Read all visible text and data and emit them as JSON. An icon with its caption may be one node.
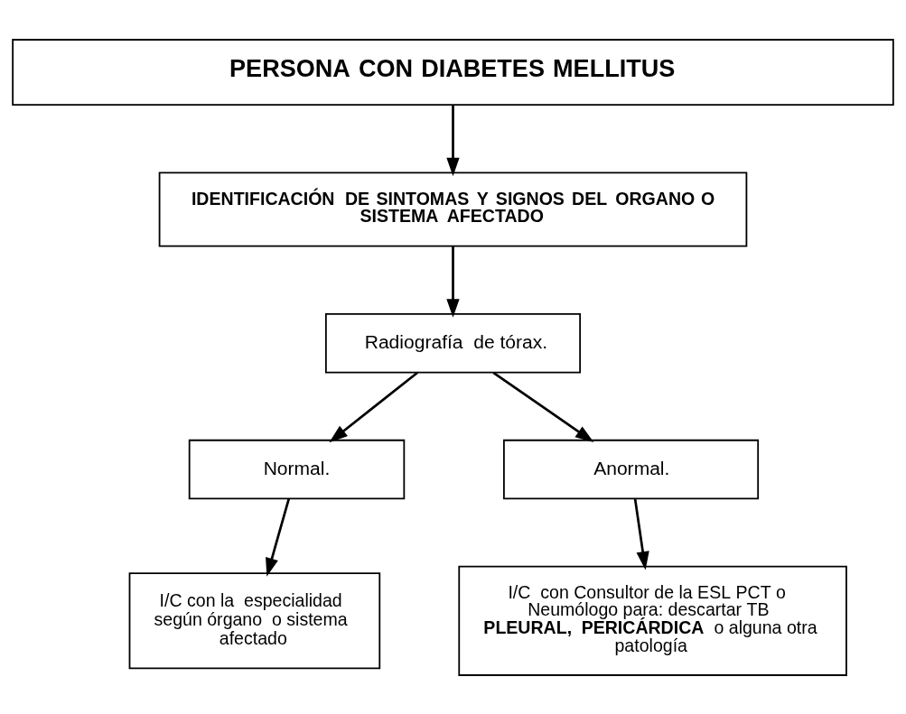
{
  "diagram": {
    "nodes": [
      {
        "text": [
          "PERSONA CON DIABETES MELLITUS"
        ]
      },
      {
        "text": [
          "IDENTIFICACIÓN DE SINTOMAS Y SIGNOS DEL ORGANO O SISTEMA AFECTADO"
        ]
      },
      {
        "text": [
          "Radiografía  de tórax."
        ]
      },
      {
        "text": [
          "Normal."
        ]
      },
      {
        "text": [
          "Anormal."
        ]
      },
      {
        "text": [
          "I/C con la  especialidad según órgano  o sistema afectado"
        ]
      },
      {
        "text": [
          "I/C  con Consultor de la ESL PCT o Neumólogo para: descartar TB **PLEURAL, PERICÁRDICA** o alguna otra patología"
        ]
      }
    ],
    "edges": [
      {
        "from": 0,
        "to": 1,
        "arrow": "to"
      },
      {
        "from": 1,
        "to": 2,
        "arrow": "to"
      },
      {
        "from": 2,
        "to": 3,
        "arrow": "to"
      },
      {
        "from": 2,
        "to": 4,
        "arrow": "to"
      },
      {
        "from": 3,
        "to": 5,
        "arrow": "to"
      },
      {
        "from": 4,
        "to": 6,
        "arrow": "to"
      }
    ]
  }
}
